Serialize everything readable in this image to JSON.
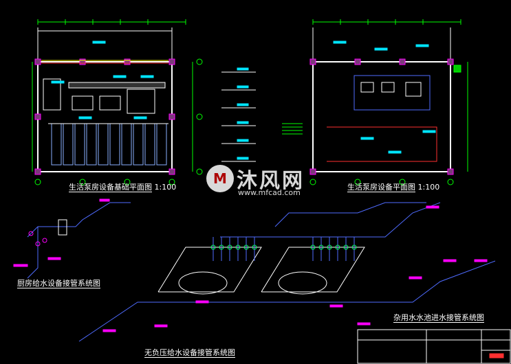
{
  "drawing": {
    "top_left_title": "生活泵房设备基础平面图",
    "top_left_scale": "1:100",
    "top_right_title": "生活泵房设备平面图",
    "top_right_scale": "1:100",
    "kitchen_system_title": "厨房给水设备接管系统图",
    "nonpressure_system_title": "无负压给水设备接管系统图",
    "tank_inlet_system_title": "杂用水水池进水接管系统图"
  },
  "watermark": {
    "text": "沐风网",
    "url": "www.mfcad.com",
    "logo_glyph": "M"
  },
  "colors": {
    "background": "#000000",
    "wall": "#ffffff",
    "pipe": "#4f6bff",
    "dim": "#00ff00",
    "label": "#00e5ff",
    "magenta": "#ff00ff",
    "yellow": "#ffff00"
  }
}
